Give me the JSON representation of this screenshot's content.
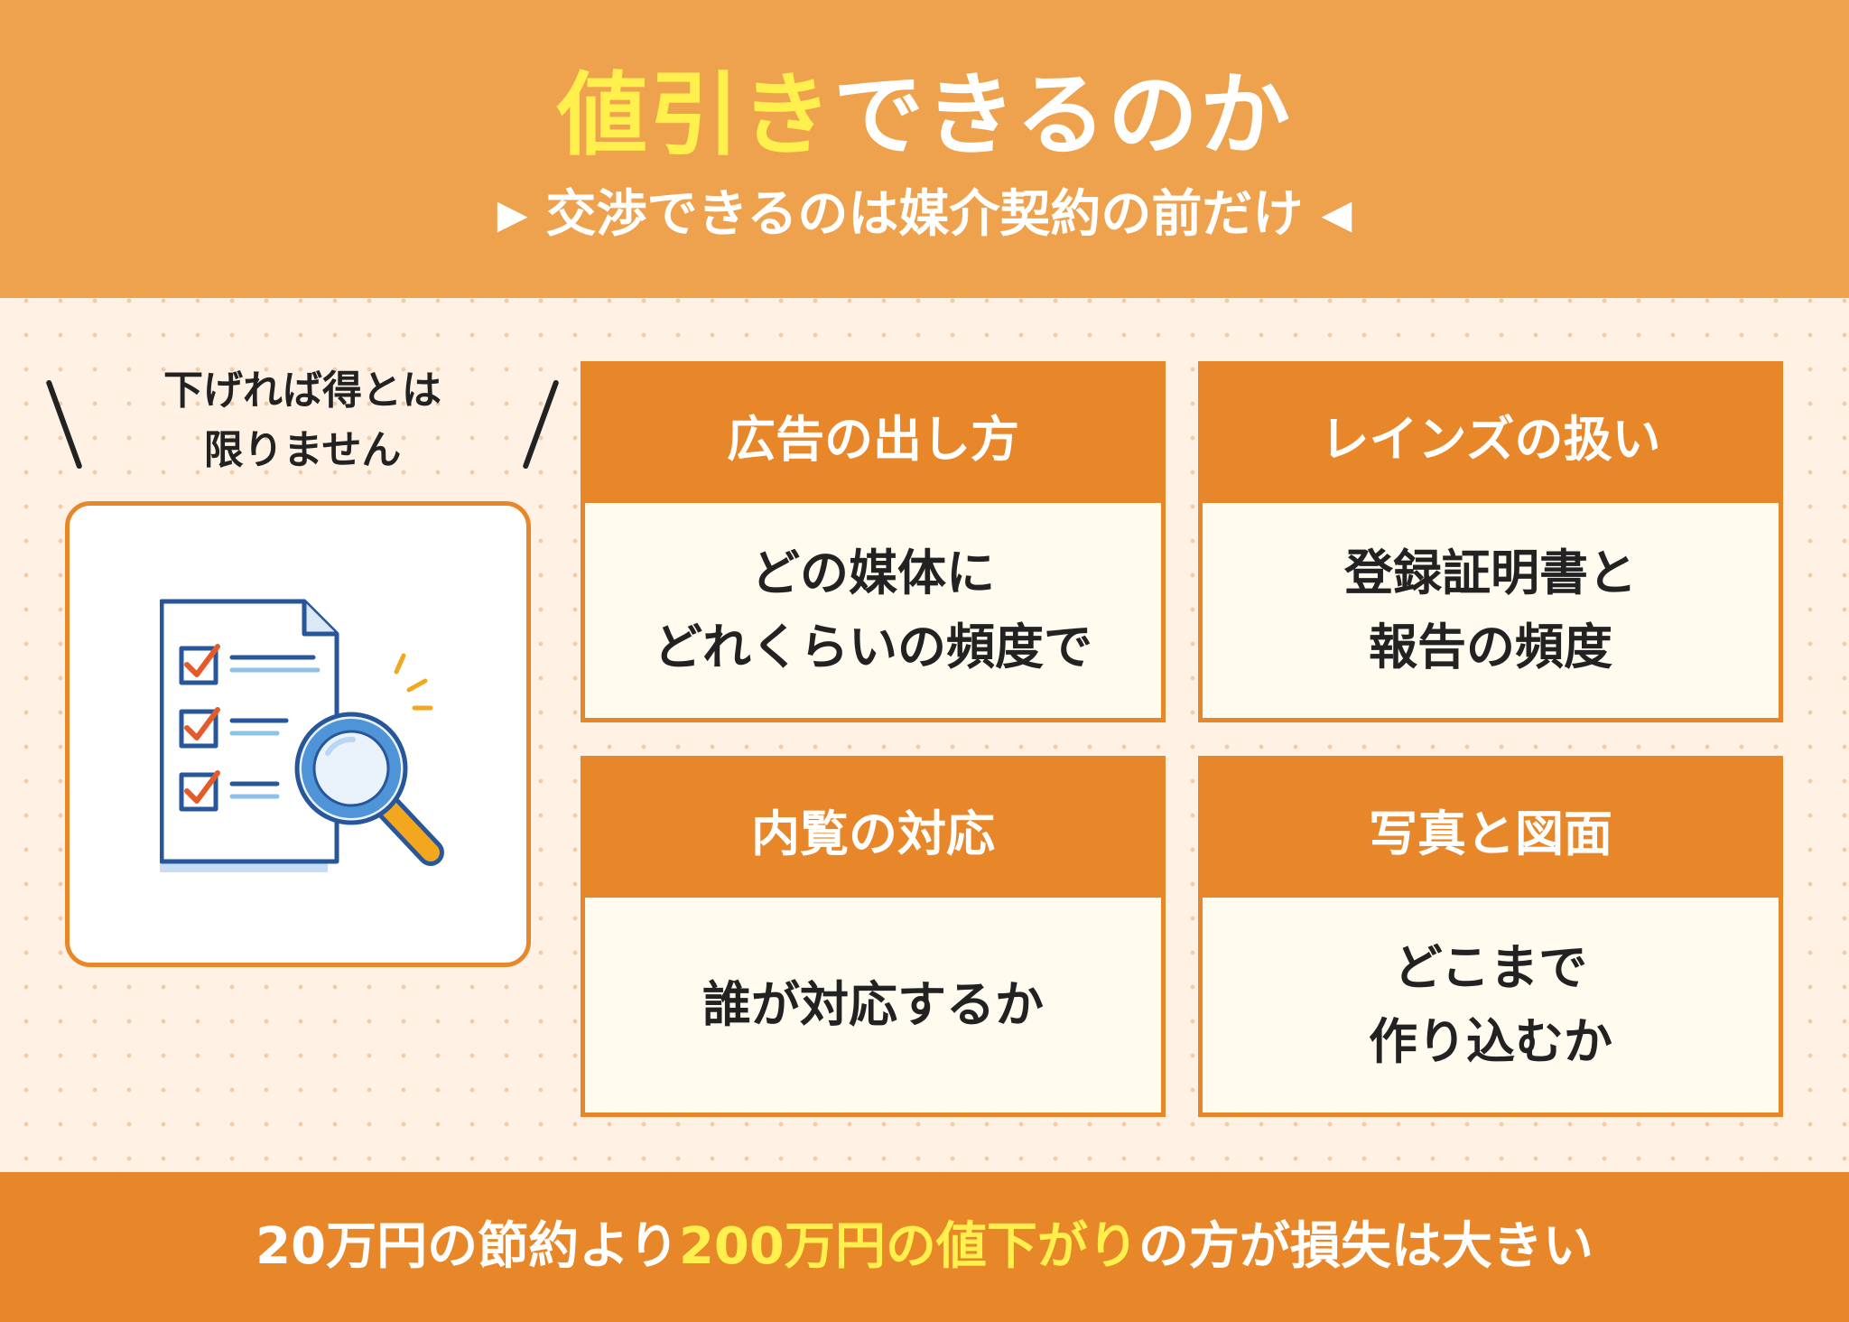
{
  "header": {
    "title_highlight": "値引き",
    "title_rest": "できるのか",
    "subtitle_left_marker": "▶",
    "subtitle": "交渉できるのは媒介契約の前だけ",
    "subtitle_right_marker": "◀"
  },
  "note": {
    "line1": "下げれば得とは",
    "line2": "限りません"
  },
  "illustration": {
    "icon": "checklist-magnifier-icon"
  },
  "cards": [
    {
      "title": "広告の出し方",
      "line1": "どの媒体に",
      "line2": "どれくらいの頻度で"
    },
    {
      "title": "レインズの扱い",
      "line1": "登録証明書と",
      "line2": "報告の頻度"
    },
    {
      "title": "内覧の対応",
      "line1": "誰が対応するか",
      "line2": ""
    },
    {
      "title": "写真と図面",
      "line1": "どこまで",
      "line2": "作り込むか"
    }
  ],
  "footer": {
    "part1": "20万円の節約より",
    "part2_highlight": "200万円の値下がり",
    "part3": "の方が損失は大きい"
  },
  "colors": {
    "header_bg": "#efa24e",
    "accent_orange": "#e8872a",
    "highlight_yellow": "#fff04d",
    "card_body_bg": "#fffbee",
    "page_bg": "#fff2e4"
  }
}
